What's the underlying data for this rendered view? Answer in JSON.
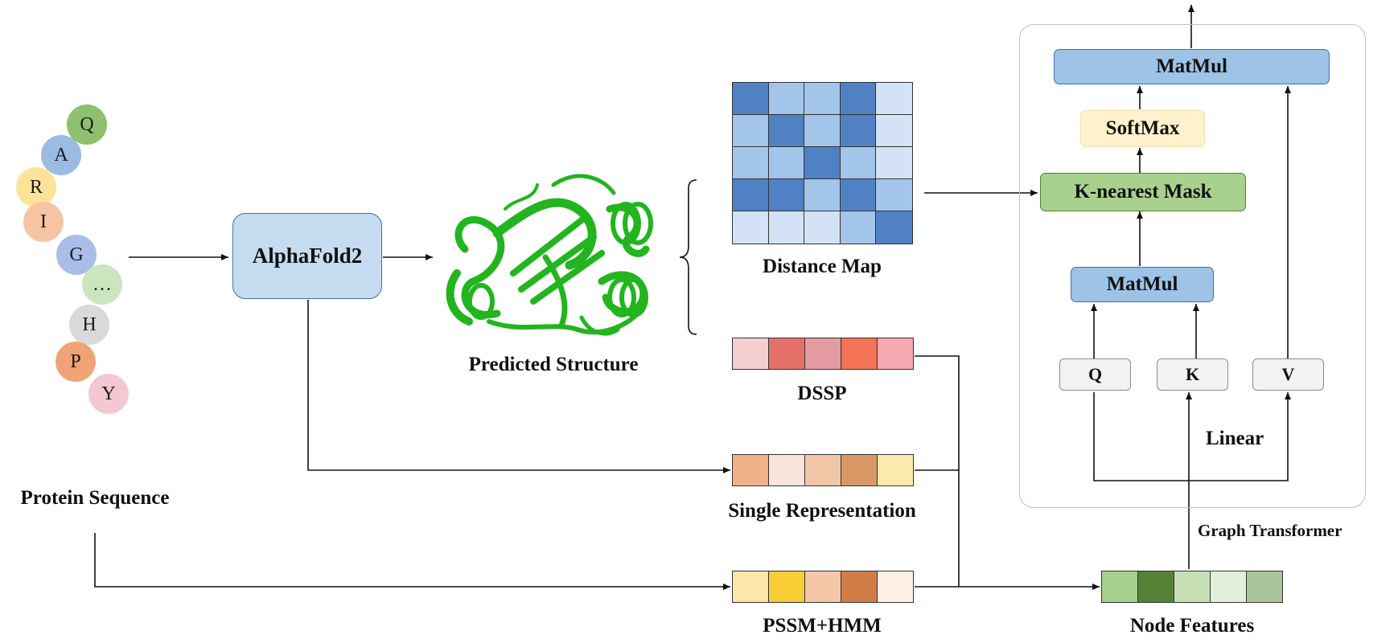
{
  "sequence": {
    "residues": [
      {
        "letter": "Q",
        "color": "#8fc06f"
      },
      {
        "letter": "A",
        "color": "#9bbbe3"
      },
      {
        "letter": "R",
        "color": "#fde39a"
      },
      {
        "letter": "I",
        "color": "#f6c3a3"
      },
      {
        "letter": "G",
        "color": "#a9bde8"
      },
      {
        "letter": "…",
        "color": "#cbe6bf"
      },
      {
        "letter": "H",
        "color": "#d9d9d9"
      },
      {
        "letter": "P",
        "color": "#f0a377"
      },
      {
        "letter": "Y",
        "color": "#f3c8d2"
      }
    ],
    "label": "Protein Sequence"
  },
  "alphafold": {
    "label": "AlphaFold2"
  },
  "structure": {
    "label": "Predicted Structure",
    "color": "#22b51e"
  },
  "distance_map": {
    "label": "Distance Map",
    "cells": [
      [
        "#4f81c4",
        "#a4c5ea",
        "#a4c5ea",
        "#4f81c4",
        "#d3e2f4"
      ],
      [
        "#a4c5ea",
        "#4f81c4",
        "#a4c5ea",
        "#4f81c4",
        "#d3e2f4"
      ],
      [
        "#a4c5ea",
        "#a4c5ea",
        "#4f81c4",
        "#a4c5ea",
        "#d3e2f4"
      ],
      [
        "#4f81c4",
        "#4f81c4",
        "#a4c5ea",
        "#4f81c4",
        "#a4c5ea"
      ],
      [
        "#d3e2f4",
        "#d3e2f4",
        "#d3e2f4",
        "#a4c5ea",
        "#4f81c4"
      ]
    ]
  },
  "dssp": {
    "label": "DSSP",
    "cells": [
      "#f4cfd0",
      "#e5706a",
      "#e49ba1",
      "#f47256",
      "#f7a9b1"
    ]
  },
  "single_rep": {
    "label": "Single Representation",
    "cells": [
      "#f0b188",
      "#f8e4d8",
      "#f2c7a7",
      "#d89967",
      "#fce9ad"
    ]
  },
  "pssm": {
    "label": "PSSM+HMM",
    "cells": [
      "#fce6a8",
      "#f7cc35",
      "#f6c6a8",
      "#d27d47",
      "#fcefe6"
    ]
  },
  "node_features": {
    "label": "Node Features",
    "cells": [
      "#a8d08d",
      "#548235",
      "#c6e0b4",
      "#e2efda",
      "#a9c49a"
    ]
  },
  "transformer": {
    "caption": "Graph Transformer",
    "matmul_top": "MatMul",
    "softmax": "SoftMax",
    "knn_mask": "K-nearest Mask",
    "matmul_mid": "MatMul",
    "q": "Q",
    "k": "K",
    "v": "V",
    "linear": "Linear"
  },
  "colors": {
    "blue_box": "#9dc3e6",
    "alphafold_box": "#c5dcf0",
    "green_box": "#a9d18e",
    "softmax_box": "#fff2cc",
    "qkv_box": "#f2f2f2"
  }
}
